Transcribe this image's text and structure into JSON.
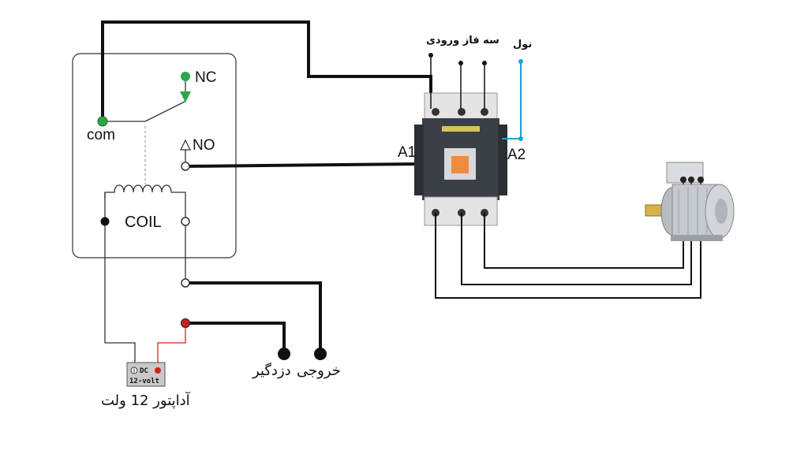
{
  "relay": {
    "com_label": "com",
    "nc_label": "NC",
    "no_label": "NO",
    "coil_label": "COIL"
  },
  "contactor": {
    "a1_label": "A1",
    "a2_label": "A2"
  },
  "supply": {
    "three_phase_label": "سه فاز ورودی",
    "neutral_label": "نول"
  },
  "adapter": {
    "dc_label": "DC",
    "volt_label": "12-volt",
    "caption": "آداپتور 12 ولت"
  },
  "outputs": {
    "alarm_label": "دزدگیر",
    "output_label": "خروجی"
  },
  "colors": {
    "wire": "#111111",
    "neutral_wire": "#1e9fd6",
    "red_wire": "#d61f1f",
    "nc_green": "#2aa84a",
    "com_green": "#2aa84a",
    "output_red": "#c81e1e",
    "contactor_body": "#3b3f46",
    "contactor_button": "#f08a3c"
  }
}
